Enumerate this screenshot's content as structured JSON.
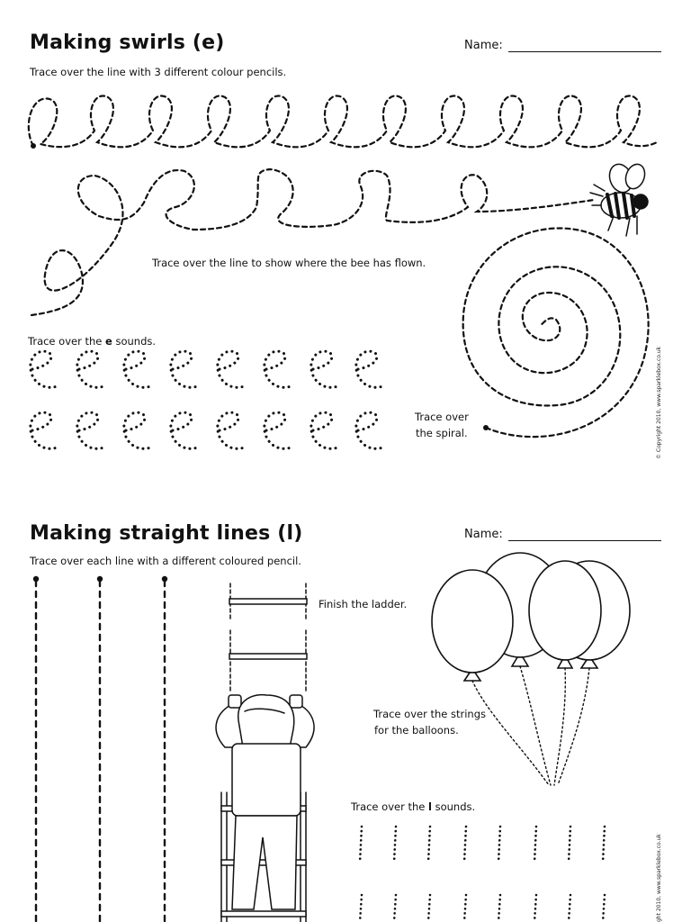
{
  "section1": {
    "title": "Making swirls (e)",
    "name_label": "Name:",
    "instruction_swirls": "Trace over the line with 3 different colour pencils.",
    "instruction_bee": "Trace over the line to show where the bee has flown.",
    "instruction_e_prefix": "Trace over the ",
    "instruction_e_letter": "e",
    "instruction_e_suffix": " sounds.",
    "instruction_spiral_1": "Trace over",
    "instruction_spiral_2": "the spiral.",
    "copyright": "© Copyright 2010, www.sparklebox.co.uk"
  },
  "section2": {
    "title": "Making straight lines (l)",
    "name_label": "Name:",
    "instruction_lines": "Trace over each line with a different coloured pencil.",
    "instruction_ladder": "Finish the ladder.",
    "instruction_strings_1": "Trace over the strings",
    "instruction_strings_2": "for the balloons.",
    "instruction_l_prefix": "Trace over the ",
    "instruction_l_letter": "l",
    "instruction_l_suffix": " sounds.",
    "copyright": "ght 2010, www.sparklebox.co.uk"
  },
  "icons": [
    "bee-icon",
    "balloon-icon",
    "boy-climbing-icon",
    "ladder-icon"
  ]
}
